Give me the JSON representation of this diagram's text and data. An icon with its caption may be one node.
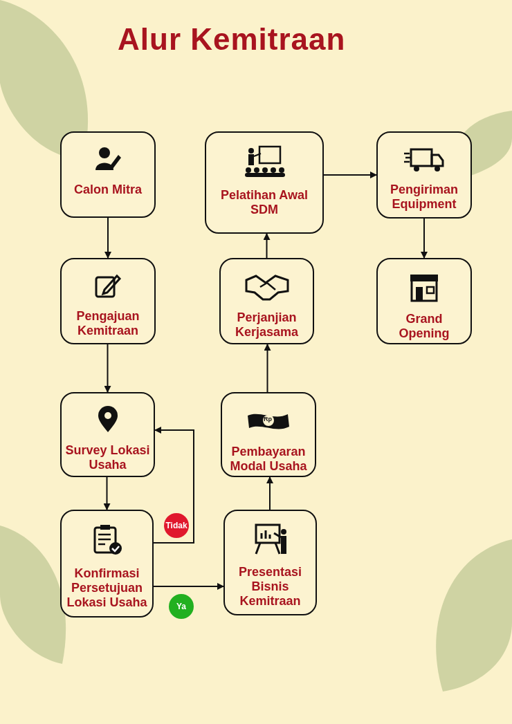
{
  "diagram": {
    "title": "Alur Kemitraan",
    "nodes": [
      {
        "text": [
          "Calon Mitra"
        ]
      },
      {
        "text": [
          "Pengajuan Kemitraan"
        ]
      },
      {
        "text": [
          "Survey Lokasi Usaha"
        ]
      },
      {
        "text": [
          "Konfirmasi Persetujuan Lokasi Usaha"
        ]
      },
      {
        "text": [
          "Presentasi Bisnis Kemitraan"
        ]
      },
      {
        "text": [
          "Pembayaran Modal Usaha"
        ]
      },
      {
        "text": [
          "Perjanjian Kerjasama"
        ]
      },
      {
        "text": [
          "Pelatihan Awal SDM"
        ]
      },
      {
        "text": [
          "Pengiriman Equipment"
        ]
      },
      {
        "text": [
          "Grand Opening"
        ]
      }
    ],
    "edges": [
      {
        "from": 0,
        "to": 1,
        "arrow": "to"
      },
      {
        "from": 1,
        "to": 2,
        "arrow": "to"
      },
      {
        "from": 2,
        "to": 3,
        "arrow": "to"
      },
      {
        "from": 3,
        "to": 2,
        "arrow": "to",
        "label": "Tidak"
      },
      {
        "from": 3,
        "to": 4,
        "arrow": "to",
        "label": "Ya"
      },
      {
        "from": 4,
        "to": 5,
        "arrow": "to"
      },
      {
        "from": 5,
        "to": 6,
        "arrow": "to"
      },
      {
        "from": 6,
        "to": 7,
        "arrow": "to"
      },
      {
        "from": 7,
        "to": 8,
        "arrow": "to"
      },
      {
        "from": 8,
        "to": 9,
        "arrow": "to"
      }
    ],
    "labels": [
      "Rp"
    ]
  }
}
